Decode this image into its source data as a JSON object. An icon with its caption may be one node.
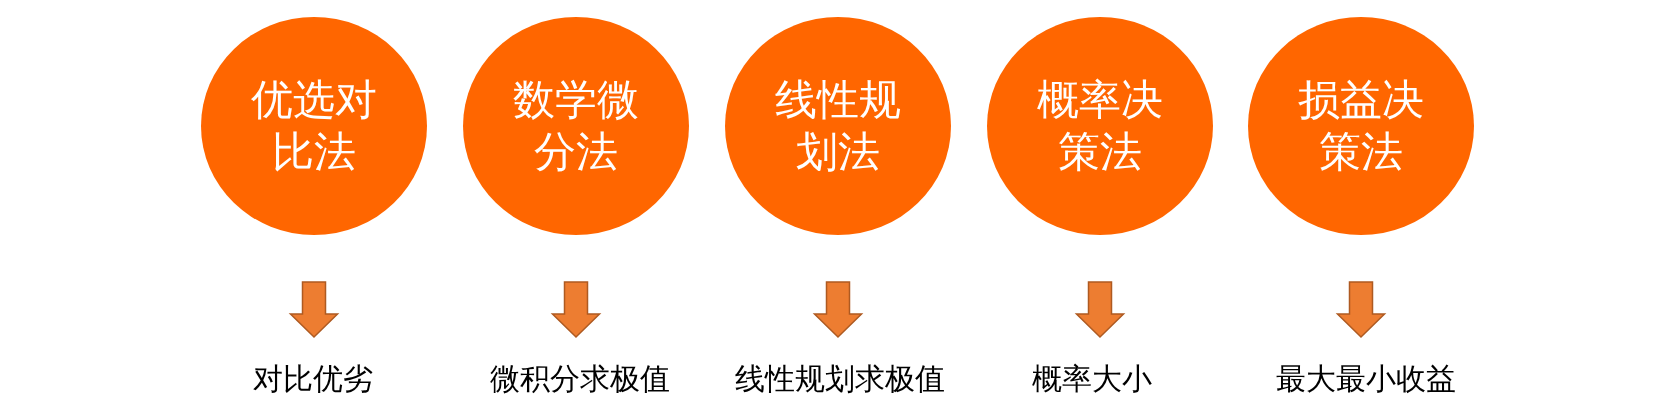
{
  "diagram": {
    "nodes": [
      {
        "text": [
          "优选对比法"
        ]
      },
      {
        "text": [
          "数学微分法"
        ]
      },
      {
        "text": [
          "线性规划法"
        ]
      },
      {
        "text": [
          "概率决策法"
        ]
      },
      {
        "text": [
          "损益决策法"
        ]
      },
      {
        "text": [
          "对比优劣"
        ]
      },
      {
        "text": [
          "微积分求极值"
        ]
      },
      {
        "text": [
          "线性规划求极值"
        ]
      },
      {
        "text": [
          "概率大小"
        ]
      },
      {
        "text": [
          "最大最小收益"
        ]
      }
    ],
    "edges": [
      {
        "from": 0,
        "to": 5,
        "arrow": "to"
      },
      {
        "from": 1,
        "to": 6,
        "arrow": "to"
      },
      {
        "from": 2,
        "to": 7,
        "arrow": "to"
      },
      {
        "from": 3,
        "to": 8,
        "arrow": "to"
      },
      {
        "from": 4,
        "to": 9,
        "arrow": "to"
      }
    ]
  }
}
